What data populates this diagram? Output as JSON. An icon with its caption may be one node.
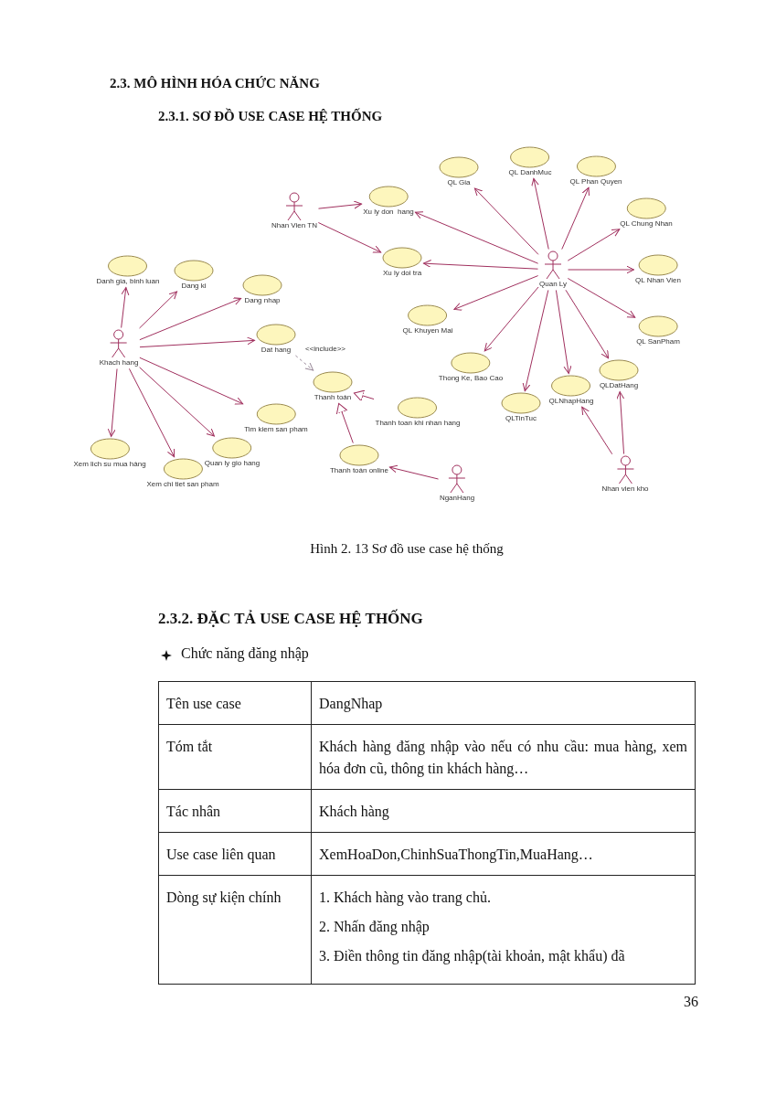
{
  "diagram": {
    "title": "2.3. MÔ HÌNH HÓA CHỨC NĂNG",
    "caption": "Hình 2. 13 Sơ đồ use case hệ thống",
    "nodes": [
      {
        "text": [
          "Nhan Vien TN"
        ]
      },
      {
        "text": [
          "Khach hang"
        ]
      },
      {
        "text": [
          "Quan Ly"
        ]
      },
      {
        "text": [
          "NganHang"
        ]
      },
      {
        "text": [
          "Nhan vien kho"
        ]
      },
      {
        "text": [
          "Xu ly don  hang"
        ]
      },
      {
        "text": [
          "Xu ly doi tra"
        ]
      },
      {
        "text": [
          "QL Gia"
        ]
      },
      {
        "text": [
          "QL DanhMuc"
        ]
      },
      {
        "text": [
          "QL Phan Quyen"
        ]
      },
      {
        "text": [
          "QL Chung Nhan"
        ]
      },
      {
        "text": [
          "QL Nhan Vien"
        ]
      },
      {
        "text": [
          "QL SanPham"
        ]
      },
      {
        "text": [
          "QL Khuyen Mai"
        ]
      },
      {
        "text": [
          "Thong Ke, Bao Cao"
        ]
      },
      {
        "text": [
          "QLTinTuc"
        ]
      },
      {
        "text": [
          "QLNhapHang"
        ]
      },
      {
        "text": [
          "QLDatHang"
        ]
      },
      {
        "text": [
          "Danh gia, binh luan"
        ]
      },
      {
        "text": [
          "Dang ki"
        ]
      },
      {
        "text": [
          "Dang nhap"
        ]
      },
      {
        "text": [
          "Dat hang"
        ]
      },
      {
        "text": [
          "Thanh toán"
        ]
      },
      {
        "text": [
          "Thanh toan khi nhan hang"
        ]
      },
      {
        "text": [
          "Thanh toán online"
        ]
      },
      {
        "text": [
          "Tim kiem san pham"
        ]
      },
      {
        "text": [
          "Xem lich su mua hàng"
        ]
      },
      {
        "text": [
          "Quan ly gio hang"
        ]
      },
      {
        "text": [
          "Xem chi tiet san pham"
        ]
      }
    ],
    "edges": [
      {
        "from": 0,
        "to": 5,
        "arrow": "to"
      },
      {
        "from": 0,
        "to": 6,
        "arrow": "to"
      },
      {
        "from": 2,
        "to": 5,
        "arrow": "to"
      },
      {
        "from": 2,
        "to": 6,
        "arrow": "to"
      },
      {
        "from": 2,
        "to": 7,
        "arrow": "to"
      },
      {
        "from": 2,
        "to": 8,
        "arrow": "to"
      },
      {
        "from": 2,
        "to": 9,
        "arrow": "to"
      },
      {
        "from": 2,
        "to": 10,
        "arrow": "to"
      },
      {
        "from": 2,
        "to": 11,
        "arrow": "to"
      },
      {
        "from": 2,
        "to": 12,
        "arrow": "to"
      },
      {
        "from": 2,
        "to": 13,
        "arrow": "to"
      },
      {
        "from": 2,
        "to": 14,
        "arrow": "to"
      },
      {
        "from": 2,
        "to": 15,
        "arrow": "to"
      },
      {
        "from": 2,
        "to": 16,
        "arrow": "to"
      },
      {
        "from": 2,
        "to": 17,
        "arrow": "to"
      },
      {
        "from": 1,
        "to": 18,
        "arrow": "to"
      },
      {
        "from": 1,
        "to": 19,
        "arrow": "to"
      },
      {
        "from": 1,
        "to": 20,
        "arrow": "to"
      },
      {
        "from": 1,
        "to": 21,
        "arrow": "to"
      },
      {
        "from": 1,
        "to": 25,
        "arrow": "to"
      },
      {
        "from": 1,
        "to": 26,
        "arrow": "to"
      },
      {
        "from": 1,
        "to": 28,
        "arrow": "to"
      },
      {
        "from": 1,
        "to": 27,
        "arrow": "to"
      },
      {
        "from": 21,
        "to": 22,
        "arrow": "to",
        "label": "<<include>>",
        "style": "dashed",
        "color": "#9c8c9c"
      },
      {
        "from": 23,
        "to": 22,
        "arrow": "to"
      },
      {
        "from": 24,
        "to": 22,
        "arrow": "to"
      },
      {
        "from": 3,
        "to": 24,
        "arrow": "to"
      },
      {
        "from": 4,
        "to": 16,
        "arrow": "to"
      },
      {
        "from": 4,
        "to": 17,
        "arrow": "to"
      }
    ],
    "labels": [
      "2.3.1. SƠ ĐỒ USE CASE HỆ THỐNG",
      "2.3.2. ĐẶC TẢ USE CASE HỆ THỐNG",
      "Chức năng đăng nhập",
      "Tên use case",
      "DangNhap",
      "Tóm tắt",
      "Khách hàng đăng nhập vào nếu có nhu cầu: mua hàng, xem hóa đơn cũ, thông tin khách hàng…",
      "Tác nhân",
      "Khách hàng",
      "Use case liên quan",
      "XemHoaDon,ChinhSuaThongTin,MuaHang…",
      "Dòng sự kiện chính",
      "1. Khách hàng vào trang chủ.",
      "2. Nhấn đăng nhập",
      "3. Điền thông tin đăng nhập(tài khoản, mật khẩu) đã",
      "36"
    ]
  }
}
